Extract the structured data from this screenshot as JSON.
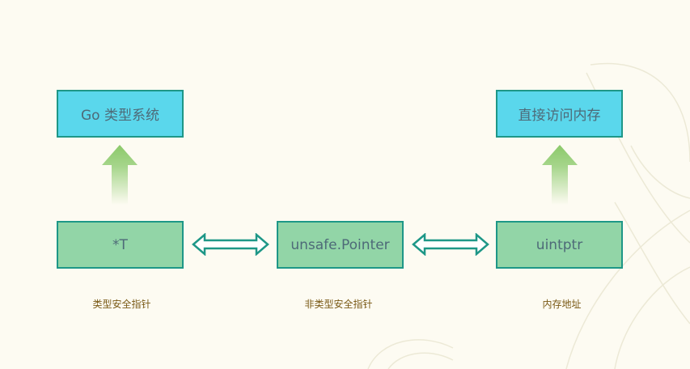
{
  "diagram": {
    "top_boxes": [
      {
        "label": "Go 类型系统"
      },
      {
        "label": "直接访问内存"
      }
    ],
    "bottom_boxes": [
      {
        "label": "*T"
      },
      {
        "label": "unsafe.Pointer"
      },
      {
        "label": "uintptr"
      }
    ],
    "captions": [
      {
        "text": "类型安全指针"
      },
      {
        "text": "非类型安全指针"
      },
      {
        "text": "内存地址"
      }
    ]
  },
  "colors": {
    "top_box_fill": "#5ad7ec",
    "bottom_box_fill": "#92d5a7",
    "border": "#1e9787",
    "up_arrow": "#8cc96a",
    "caption_text": "#7a5a16"
  }
}
